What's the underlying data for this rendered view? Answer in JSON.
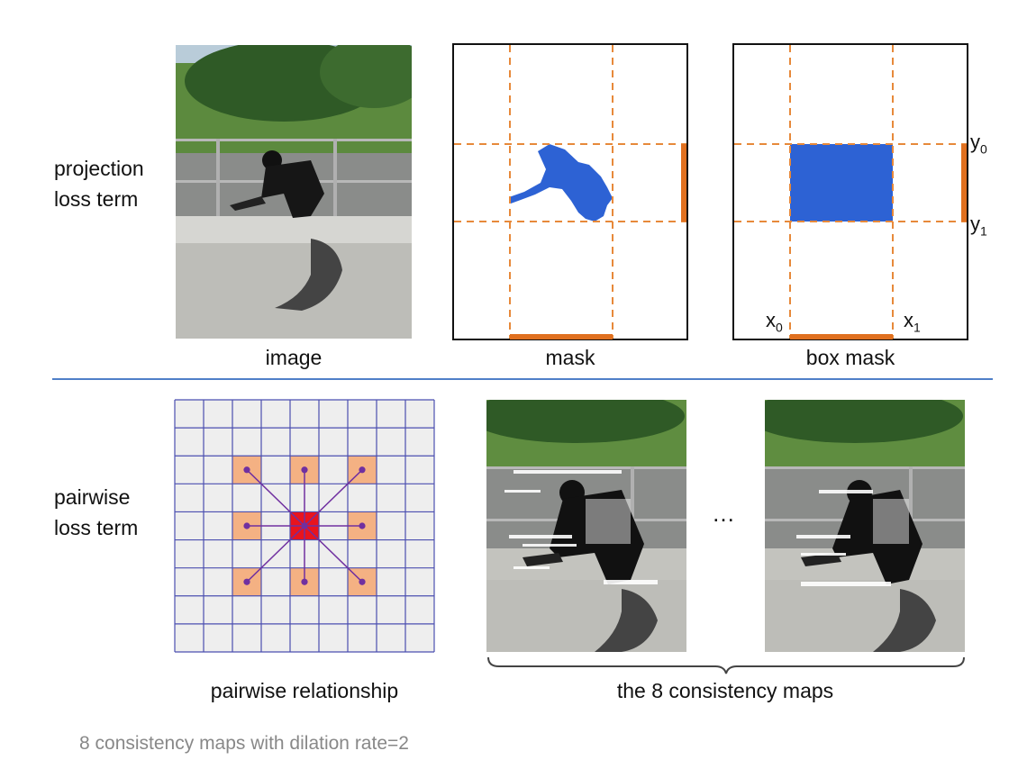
{
  "top_row": {
    "label_line1": "projection",
    "label_line2": "loss term",
    "panels": {
      "image_caption": "image",
      "mask_caption": "mask",
      "box_mask_caption": "box mask"
    },
    "box_labels": {
      "y0": "y",
      "y0_sub": "0",
      "y1": "y",
      "y1_sub": "1",
      "x0": "x",
      "x0_sub": "0",
      "x1": "x",
      "x1_sub": "1"
    }
  },
  "bottom_row": {
    "label_line1": "pairwise",
    "label_line2": "loss term",
    "grid_caption": "pairwise relationship",
    "maps_caption": "the 8 consistency maps",
    "ellipsis": "…"
  },
  "footer_caption": "8 consistency maps with dilation rate=2",
  "colors": {
    "mask_blue": "#2d62d4",
    "dash_orange": "#e7893a",
    "bar_orange": "#e0701f",
    "grid_line": "#4b4fb0",
    "grid_fill": "#eeeeee",
    "neighbor_fill": "#f4b183",
    "center_fill": "#e8141e",
    "connector_purple": "#7030a0",
    "divider": "#4f7fc8"
  }
}
